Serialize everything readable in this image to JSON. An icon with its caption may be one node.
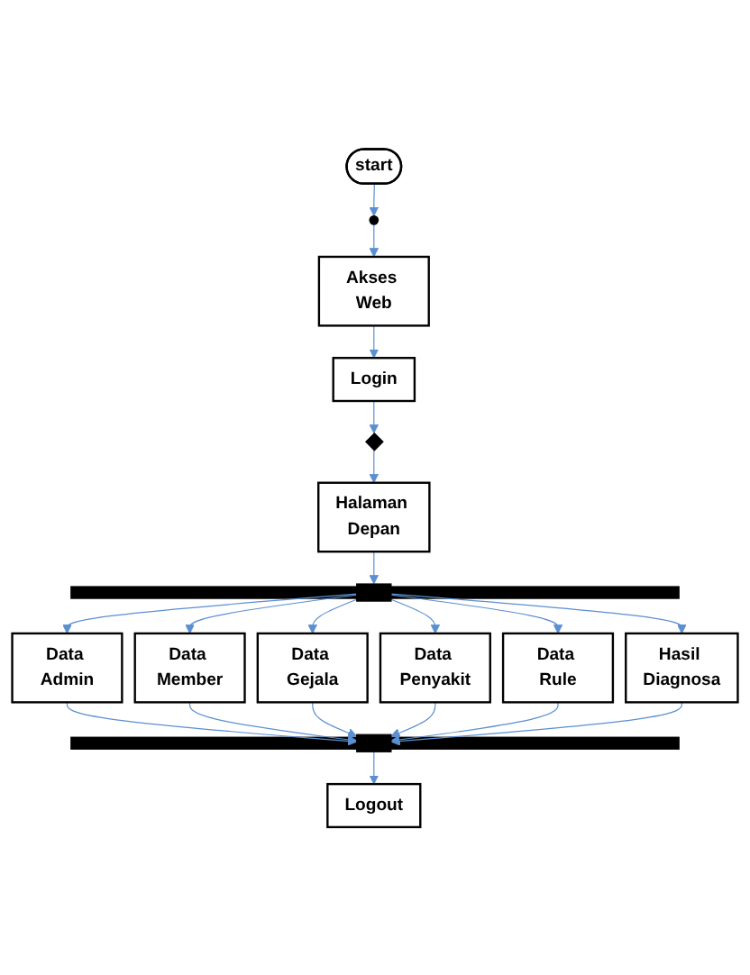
{
  "diagram": {
    "nodes": [
      {
        "text": [
          "start"
        ]
      },
      {
        "text": [],
        "shape": "circle"
      },
      {
        "text": [
          "Akses Web"
        ]
      },
      {
        "text": [
          "Login"
        ]
      },
      {
        "text": [],
        "shape": "diamond"
      },
      {
        "text": [
          "Halaman Depan"
        ]
      },
      {
        "text": [],
        "shape": "bar"
      },
      {
        "text": [
          "Data Admin"
        ]
      },
      {
        "text": [
          "Data Member"
        ]
      },
      {
        "text": [
          "Data Gejala"
        ]
      },
      {
        "text": [
          "Data Penyakit"
        ]
      },
      {
        "text": [
          "Data Rule"
        ]
      },
      {
        "text": [
          "Hasil Diagnosa"
        ]
      },
      {
        "text": [],
        "shape": "bar"
      },
      {
        "text": [
          "Logout"
        ]
      }
    ],
    "edges": [
      {
        "from": 0,
        "to": 1,
        "arrow": "to"
      },
      {
        "from": 1,
        "to": 2,
        "arrow": "to"
      },
      {
        "from": 2,
        "to": 3,
        "arrow": "to"
      },
      {
        "from": 3,
        "to": 4,
        "arrow": "to"
      },
      {
        "from": 4,
        "to": 5,
        "arrow": "to"
      },
      {
        "from": 5,
        "to": 6,
        "arrow": "to"
      },
      {
        "from": 6,
        "to": 7,
        "arrow": "to"
      },
      {
        "from": 6,
        "to": 8,
        "arrow": "to"
      },
      {
        "from": 6,
        "to": 9,
        "arrow": "to"
      },
      {
        "from": 6,
        "to": 10,
        "arrow": "to"
      },
      {
        "from": 6,
        "to": 11,
        "arrow": "to"
      },
      {
        "from": 6,
        "to": 12,
        "arrow": "to"
      },
      {
        "from": 7,
        "to": 13,
        "arrow": "to"
      },
      {
        "from": 8,
        "to": 13,
        "arrow": "to"
      },
      {
        "from": 9,
        "to": 13,
        "arrow": "to"
      },
      {
        "from": 10,
        "to": 13,
        "arrow": "to"
      },
      {
        "from": 11,
        "to": 13,
        "arrow": "to"
      },
      {
        "from": 12,
        "to": 13,
        "arrow": "to"
      },
      {
        "from": 13,
        "to": 14,
        "arrow": "to"
      }
    ]
  }
}
